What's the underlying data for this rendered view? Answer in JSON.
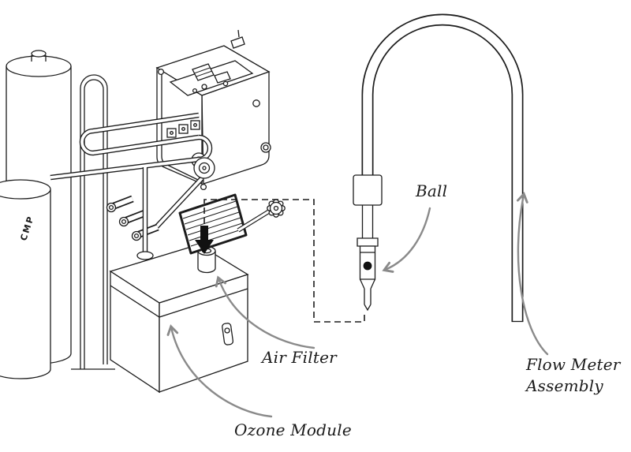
{
  "diagram": {
    "background": "#ffffff",
    "line_color": "#1c1c1c",
    "callout_arrow_color": "#8a8a8a",
    "pointer_arrow_color": "#111111",
    "labels": {
      "ball": "Ball",
      "air_filter": "Air Filter",
      "flow_meter_line1": "Flow Meter",
      "flow_meter_line2": "Assembly",
      "ozone_module": "Ozone Module",
      "tank": "CMP"
    }
  }
}
